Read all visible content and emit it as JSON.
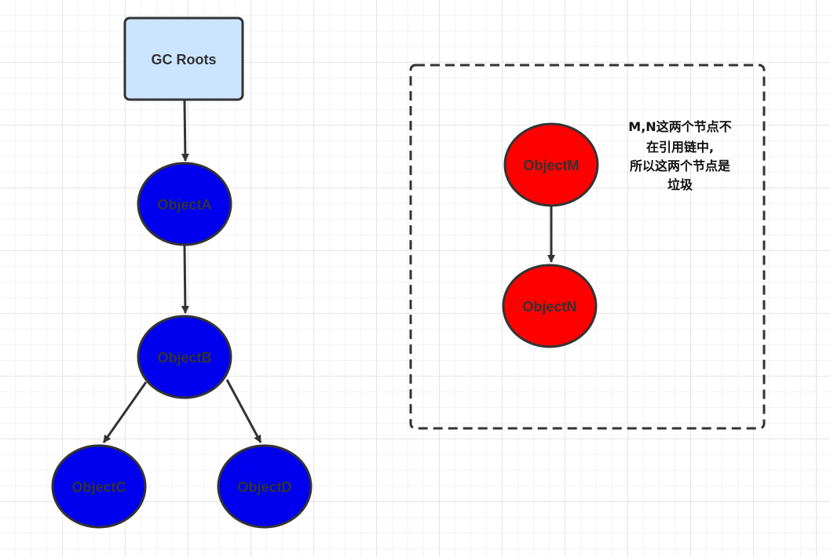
{
  "diagram": {
    "root": {
      "label": "GC Roots",
      "fill": "#cce5ff"
    },
    "reachable_fill": "#0000ee",
    "garbage_fill": "#ff0000",
    "stroke": "#333333",
    "nodes": {
      "a": "ObjectA",
      "b": "ObjectB",
      "c": "ObjectC",
      "d": "ObjectD",
      "m": "ObjectM",
      "n": "ObjectN"
    },
    "edges": [
      [
        "GC Roots",
        "ObjectA"
      ],
      [
        "ObjectA",
        "ObjectB"
      ],
      [
        "ObjectB",
        "ObjectC"
      ],
      [
        "ObjectB",
        "ObjectD"
      ],
      [
        "ObjectM",
        "ObjectN"
      ]
    ],
    "note": {
      "line1": "M,N这两个节点不",
      "line2": "在引用链中,",
      "line3": "所以这两个节点是",
      "line4": "垃圾"
    }
  }
}
